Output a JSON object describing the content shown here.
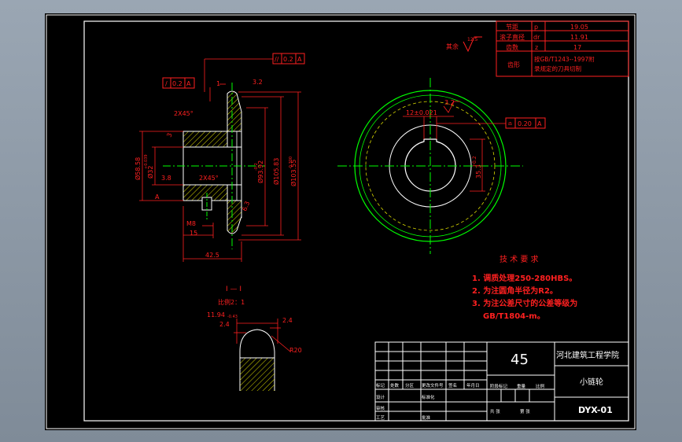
{
  "param_table": {
    "rows": [
      {
        "name": "节距",
        "sym": "p",
        "val": "19.05"
      },
      {
        "name": "滚子直径",
        "sym": "dr",
        "val": "11.91"
      },
      {
        "name": "齿数",
        "sym": "z",
        "val": "17"
      }
    ],
    "profile_label": "齿形",
    "profile_text_1": "按GB/T1243--1997附",
    "profile_text_2": "录规定的刀具切制"
  },
  "roughness": {
    "mark": "12.5",
    "label": "其余"
  },
  "left_view": {
    "gtol_top": {
      "sym": "//",
      "val": "0.2",
      "ref": "A"
    },
    "gtol_left": {
      "sym": "/",
      "val": "0.2",
      "ref": "A"
    },
    "section_mark": "1",
    "rough_32": "3.2",
    "chamfer_top": "2X45°",
    "chamfer_mid": "2X45°",
    "dim_hub": "Ø58.58",
    "dim_bore": "Ø32",
    "dim_bore_tol": "+0.039",
    "dim_root": "Ø93.92",
    "dim_root_tol": "-0.2",
    "dim_outer": "Ø105.83",
    "dim_pitch": "Ø103.55",
    "dim_pitch_tol": "-0.300",
    "r_top": "3",
    "rough_28": "3.8",
    "rough_63": "6.3",
    "m8": "M8",
    "dim_15": "15",
    "dim_425": "42.5",
    "datum": "A"
  },
  "right_view": {
    "rough_32": "3.2",
    "key_width": "12±0.021",
    "gtol": {
      "sym": "≐",
      "val": "0.20",
      "ref": "A"
    },
    "key_depth": "35.3",
    "key_depth_tol": "+0.2"
  },
  "section_view": {
    "title": "I — I",
    "scale": "比例2：1",
    "width": "11.94",
    "width_tol": "-0.43",
    "dim_a": "2.4",
    "dim_b": "2.4",
    "radius": "R20"
  },
  "tech_req": {
    "title": "技 术 要 求",
    "items": [
      "1. 调质处理250-280HBS。",
      "2. 为注圆角半径为R2。",
      "3. 为注公差尺寸的公差等级为",
      "GB/T1804-m。"
    ]
  },
  "title_block": {
    "material": "45",
    "school": "河北建筑工程学院",
    "part_name": "小链轮",
    "drawing_no": "DYX-01",
    "row_labels": [
      "标记",
      "处数",
      "分区",
      "更改文件号",
      "签名",
      "年月日"
    ],
    "designer_label": "设计",
    "std_label": "标准化",
    "stage_label": "阶段标记",
    "check_label": "审核",
    "process_label": "工艺",
    "approve_label": "批准",
    "weight_label": "重量",
    "ratio_label": "比例",
    "sheet_label": "共  张",
    "sheet_of": "第  张"
  },
  "colors": {
    "background": "#000000",
    "frame": "#ffffff",
    "outline": "#ffffff",
    "center": "#00ff00",
    "dim": "#ff2020",
    "hatch": "#d8d800",
    "gear_ring": "#00ff00",
    "tech_text": "#ff2020"
  }
}
